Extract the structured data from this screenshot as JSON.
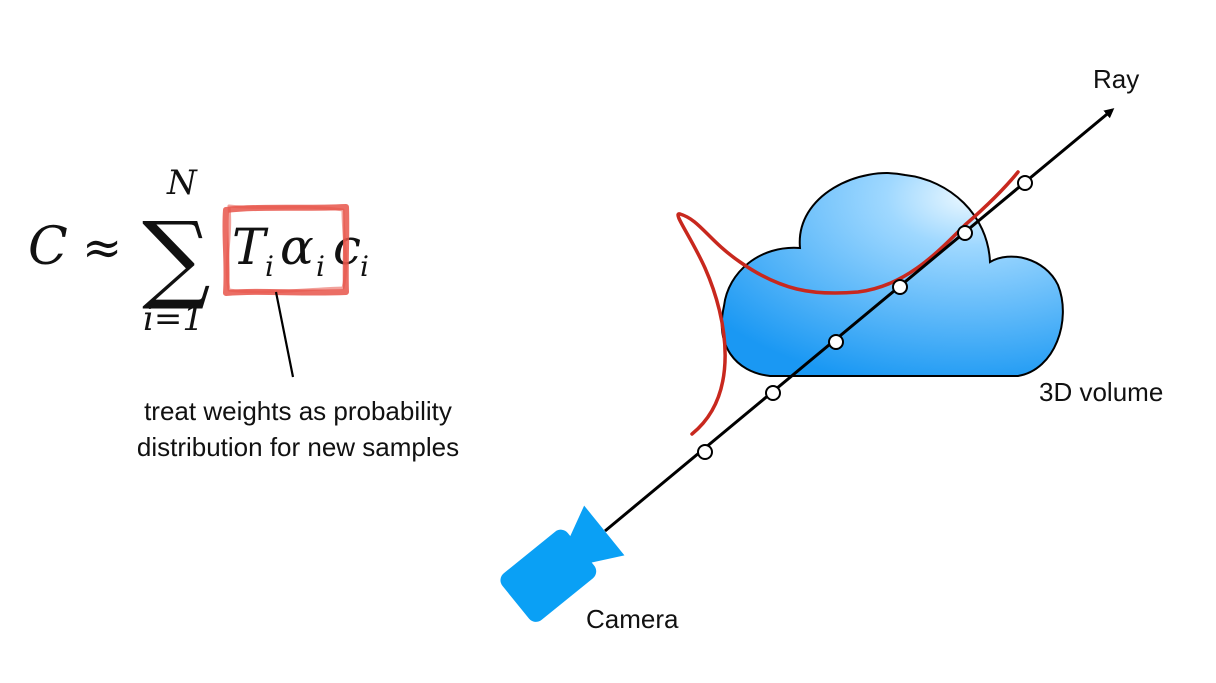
{
  "equation": {
    "lhs": "C",
    "relation": "≈",
    "sum_symbol": "∑",
    "sum_upper": "N",
    "sum_lower": "i=1",
    "term_T": "T",
    "term_alpha": "α",
    "term_c": "c",
    "subscript": "i"
  },
  "annotation": {
    "line1": "treat weights as probability",
    "line2": "distribution for new samples"
  },
  "labels": {
    "ray": "Ray",
    "volume": "3D volume",
    "camera": "Camera"
  },
  "sample_count": 6,
  "colors": {
    "cloud_top": "#c9ecff",
    "cloud_bottom": "#1a98f3",
    "camera": "#0aa0f5",
    "ray": "#000000",
    "weight_curve": "#c8281e",
    "highlight_box": "#e8554a"
  }
}
